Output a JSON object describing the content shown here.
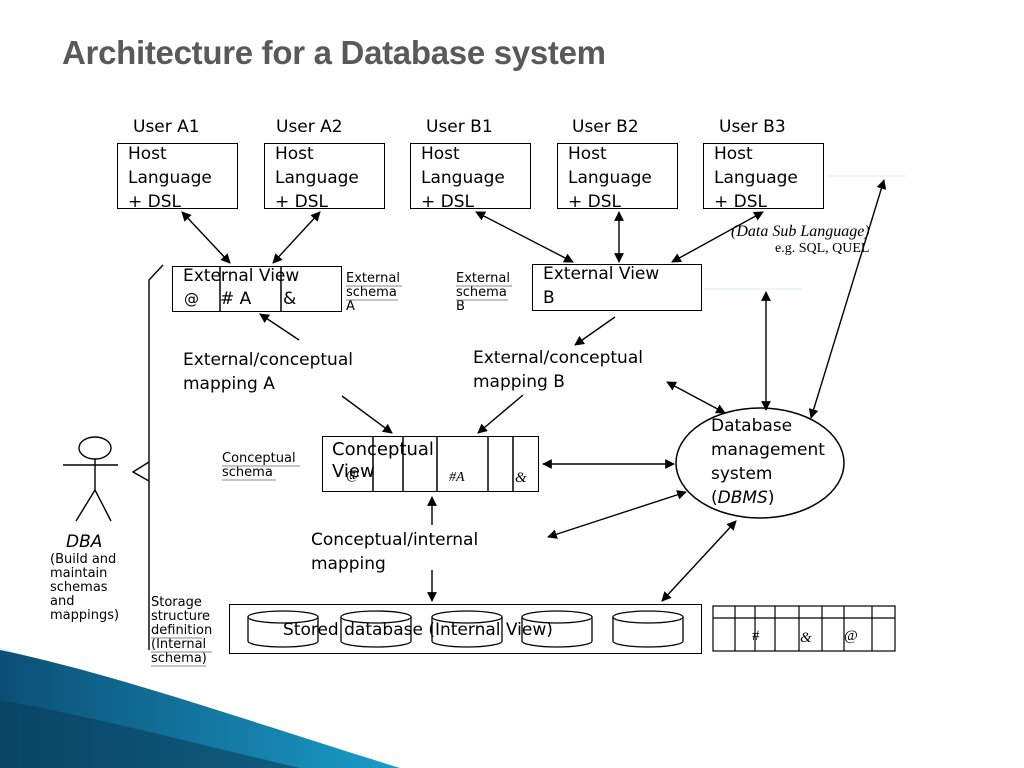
{
  "title": "Architecture for a Database system",
  "users": [
    {
      "label": "User A1",
      "box": "Host\nLanguage\n+ DSL"
    },
    {
      "label": "User A2",
      "box": "Host\nLanguage\n+ DSL"
    },
    {
      "label": "User B1",
      "box": "Host\nLanguage\n+ DSL"
    },
    {
      "label": "User B2",
      "box": "Host\nLanguage\n+ DSL"
    },
    {
      "label": "User B3",
      "box": "Host\nLanguage\n+ DSL"
    }
  ],
  "dsl_note": {
    "line1": "(Data Sub Language)",
    "line2": "e.g. SQL, QUEL"
  },
  "external_view_a": {
    "title": "External View",
    "cells": [
      "@",
      "# A",
      "&"
    ]
  },
  "external_schema_a": "External\nschema\nA",
  "external_schema_b": "External\nschema\nB",
  "external_view_b": "External View\nB",
  "mapping_a": "External/conceptual\nmapping A",
  "mapping_b": "External/conceptual\nmapping B",
  "conceptual_schema": "Conceptual\nschema",
  "conceptual_view": {
    "title": "Conceptual\nView",
    "cells": [
      "@",
      "#A",
      "&"
    ]
  },
  "dbms": {
    "line1": "Database",
    "line2": "management",
    "line3": "system",
    "abbr": "DBMS"
  },
  "conceptual_internal": "Conceptual/internal\nmapping",
  "dba": {
    "label": "DBA",
    "desc": "(Build and\nmaintain\nschemas\nand\nmappings)"
  },
  "storage_def": "Storage\nstructure\ndefinition\n(Internal\nschema)",
  "stored_db": "Stored database (Internal View)",
  "internal_table": {
    "cells": [
      "#",
      "&",
      "@"
    ]
  }
}
